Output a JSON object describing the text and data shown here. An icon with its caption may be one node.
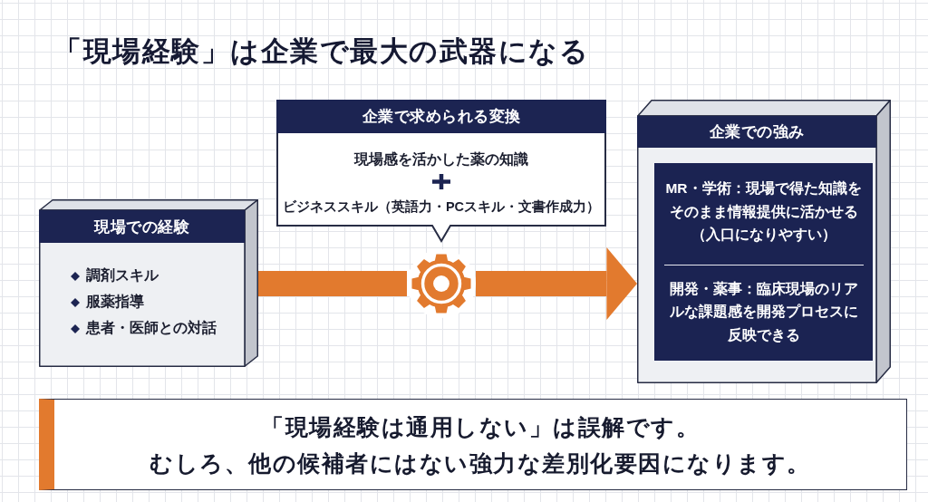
{
  "diagram": {
    "title": "「現場経験」は企業で最大の武器になる",
    "nodes": [
      {
        "text": [
          "現場での経験",
          "調剤スキル",
          "服薬指導",
          "患者・医師との対話"
        ]
      },
      {
        "text": [
          "企業で求められる変換",
          "現場感を活かした薬の知識",
          "ビジネススキル（英語力・PCスキル・文書作成力）"
        ]
      },
      {
        "text": [],
        "shape": "gear"
      },
      {
        "text": [
          "企業での強み"
        ]
      },
      {
        "text": [
          "MR・学術：現場で得た知識をそのまま情報提供に活かせる（入口になりやすい）",
          "開発・薬事：臨床現場のリアルな課題感を開発プロセスに反映できる"
        ],
        "in": 3
      },
      {
        "text": [
          "「現場経験は通用しない」は誤解です。",
          "むしろ、他の候補者にはない強力な差別化要因になります。"
        ]
      }
    ],
    "edges": [
      {
        "from": 0,
        "to": 2,
        "arrow": "none",
        "color": "#e27a2e"
      },
      {
        "from": 2,
        "to": 3,
        "arrow": "to",
        "color": "#e27a2e"
      }
    ]
  }
}
